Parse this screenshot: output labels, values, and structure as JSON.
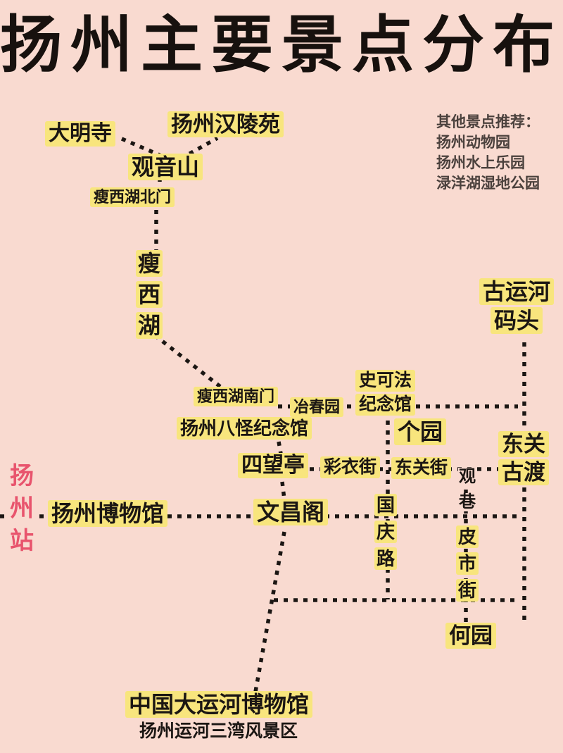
{
  "title": "扬州主要景点分布",
  "recommend": {
    "heading": "其他景点推荐：",
    "items": [
      "扬州动物园",
      "扬州水上乐园",
      "渌洋湖湿地公园"
    ]
  },
  "pois": {
    "damingsi": "大明寺",
    "hanlingyuan": "扬州汉陵苑",
    "guanyinshan": "观音山",
    "shouxihu_north_gate": "瘦西湖北门",
    "shouxihu": "瘦西湖",
    "shouxihu_south_gate": "瘦西湖南门",
    "yechunyuan": "冶春园",
    "shikefa": {
      "line1": "史可法",
      "line2": "纪念馆"
    },
    "baguai_museum": "扬州八怪纪念馆",
    "geyuan": "个园",
    "siwangting": "四望亭",
    "caiyijie": "彩衣街",
    "dongguan_street": "东关街",
    "guyunhe_wharf": {
      "line1": "古运河",
      "line2": "码头"
    },
    "dongguan_ferry": {
      "line1": "东关",
      "line2": "古渡"
    },
    "guanxiang": "观巷",
    "guoqing_road": "国庆路",
    "pishi_street": "皮市街",
    "wenchangge": "文昌阁",
    "yangzhou_museum": "扬州博物馆",
    "yangzhou_station": "扬州站",
    "heyuan": "何园",
    "canal_museum": "中国大运河博物馆",
    "sanwan_scenic": "扬州运河三湾风景区"
  },
  "colors": {
    "background": "#f9dad0",
    "highlight": "#f8e57d",
    "ink": "#1b1613",
    "station_red": "#e8546d",
    "note_gray": "#4b413d"
  }
}
